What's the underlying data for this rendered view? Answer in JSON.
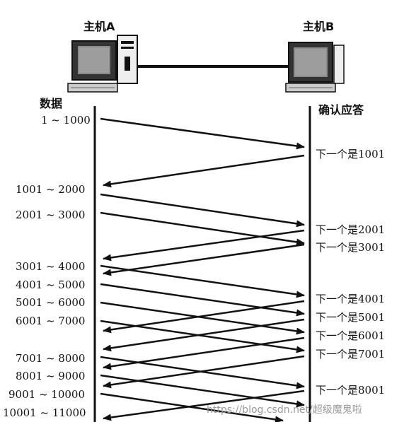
{
  "host_a": {
    "label": "主机A",
    "column_title": "数据"
  },
  "host_b": {
    "label": "主机B",
    "column_title": "确认应答"
  },
  "left_labels": [
    "1 ~ 1000",
    "1001 ~ 2000",
    "2001 ~ 3000",
    "3001 ~ 4000",
    "4001 ~ 5000",
    "5001 ~ 6000",
    "6001 ~ 7000",
    "7001 ~ 8000",
    "8001 ~ 9000",
    "9001 ~ 10000",
    "10001 ~ 11000"
  ],
  "right_labels": [
    "下一个是1001",
    "下一个是2001",
    "下一个是3001",
    "下一个是4001",
    "下一个是5001",
    "下一个是6001",
    "下一个是7001",
    "下一个是8001"
  ],
  "watermark": "https://blog.csdn.net/超级魔鬼啦"
}
